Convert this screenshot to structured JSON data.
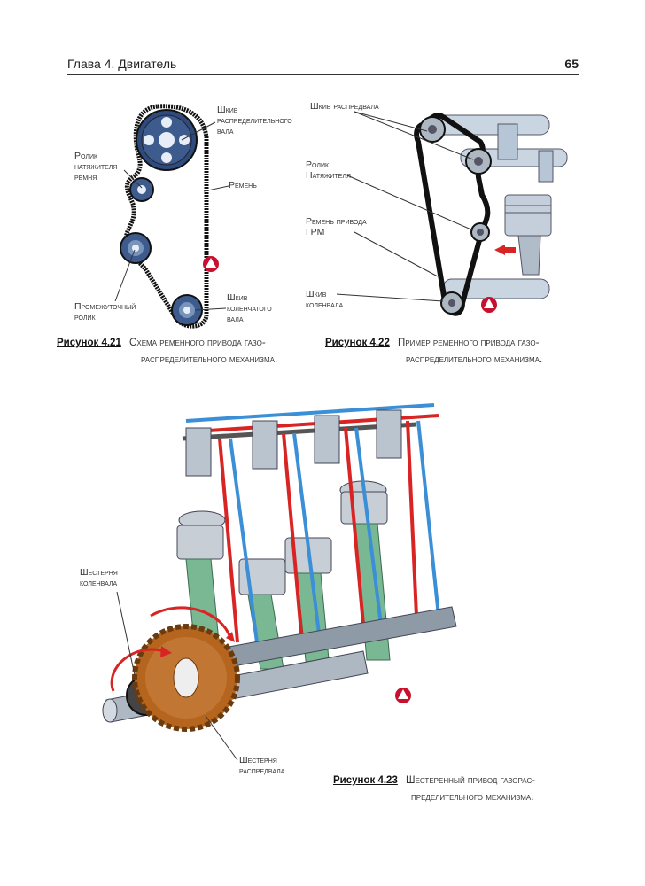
{
  "header": {
    "chapter": "Глава 4. Двигатель",
    "page": "65"
  },
  "fig21": {
    "caption_num": "Рисунок 4.21",
    "caption_text_1": "Схема ременного привода газо-",
    "caption_text_2": "распределительного механизма.",
    "labels": {
      "cam_pulley": "Шкив\nраспределительного\nвала",
      "belt": "Ремень",
      "tensioner": "Ролик\nнатяжителя\nремня",
      "idler": "Промежуточный\nролик",
      "crank_pulley": "Шкив\nколенчатого\nвала"
    }
  },
  "fig22": {
    "caption_num": "Рисунок 4.22",
    "caption_text_1": "Пример ременного привода газо-",
    "caption_text_2": "распределительного механизма.",
    "labels": {
      "cam_pulleys": "Шкив распредвала",
      "tensioner": "Ролик\nНатяжителя",
      "belt": "Ремень привода\nГРМ",
      "crank_pulley": "Шкив\nколенвала"
    }
  },
  "fig23": {
    "caption_num": "Рисунок 4.23",
    "caption_text_1": "Шестеренный привод газорас-",
    "caption_text_2": "пределительного механизма.",
    "labels": {
      "crank_gear": "Шестерня\nколенвала",
      "cam_gear": "Шестерня\nраспредвала"
    }
  },
  "colors": {
    "belt": "#1a1a1a",
    "pulley": "#3d5b8c",
    "push_rod_red": "#d92424",
    "push_rod_blue": "#3b8fd6",
    "gear": "#b5651d",
    "block": "#7ab893"
  }
}
